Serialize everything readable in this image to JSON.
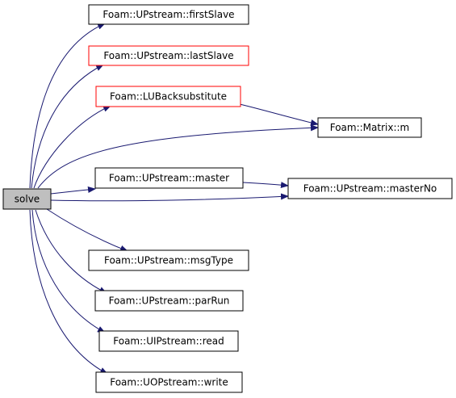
{
  "graph": {
    "colors": {
      "edge": "#191970",
      "node_border": "#000000",
      "node_border_highlight": "#ff0000",
      "root_fill": "#bfbfbf",
      "node_fill": "#ffffff"
    },
    "root": {
      "id": "solve",
      "label": "solve"
    },
    "nodes": [
      {
        "id": "firstSlave",
        "label": "Foam::UPstream::firstSlave",
        "highlight": false
      },
      {
        "id": "lastSlave",
        "label": "Foam::UPstream::lastSlave",
        "highlight": true
      },
      {
        "id": "LUBacksubstitute",
        "label": "Foam::LUBacksubstitute",
        "highlight": true
      },
      {
        "id": "matrix_m",
        "label": "Foam::Matrix::m",
        "highlight": false
      },
      {
        "id": "master",
        "label": "Foam::UPstream::master",
        "highlight": false
      },
      {
        "id": "masterNo",
        "label": "Foam::UPstream::masterNo",
        "highlight": false
      },
      {
        "id": "msgType",
        "label": "Foam::UPstream::msgType",
        "highlight": false
      },
      {
        "id": "parRun",
        "label": "Foam::UPstream::parRun",
        "highlight": false
      },
      {
        "id": "read",
        "label": "Foam::UIPstream::read",
        "highlight": false
      },
      {
        "id": "write",
        "label": "Foam::UOPstream::write",
        "highlight": false
      }
    ],
    "edges": [
      {
        "from": "solve",
        "to": "firstSlave"
      },
      {
        "from": "solve",
        "to": "lastSlave"
      },
      {
        "from": "solve",
        "to": "LUBacksubstitute"
      },
      {
        "from": "solve",
        "to": "matrix_m"
      },
      {
        "from": "solve",
        "to": "master"
      },
      {
        "from": "solve",
        "to": "masterNo"
      },
      {
        "from": "solve",
        "to": "msgType"
      },
      {
        "from": "solve",
        "to": "parRun"
      },
      {
        "from": "solve",
        "to": "read"
      },
      {
        "from": "solve",
        "to": "write"
      },
      {
        "from": "LUBacksubstitute",
        "to": "matrix_m"
      },
      {
        "from": "master",
        "to": "masterNo"
      }
    ]
  }
}
